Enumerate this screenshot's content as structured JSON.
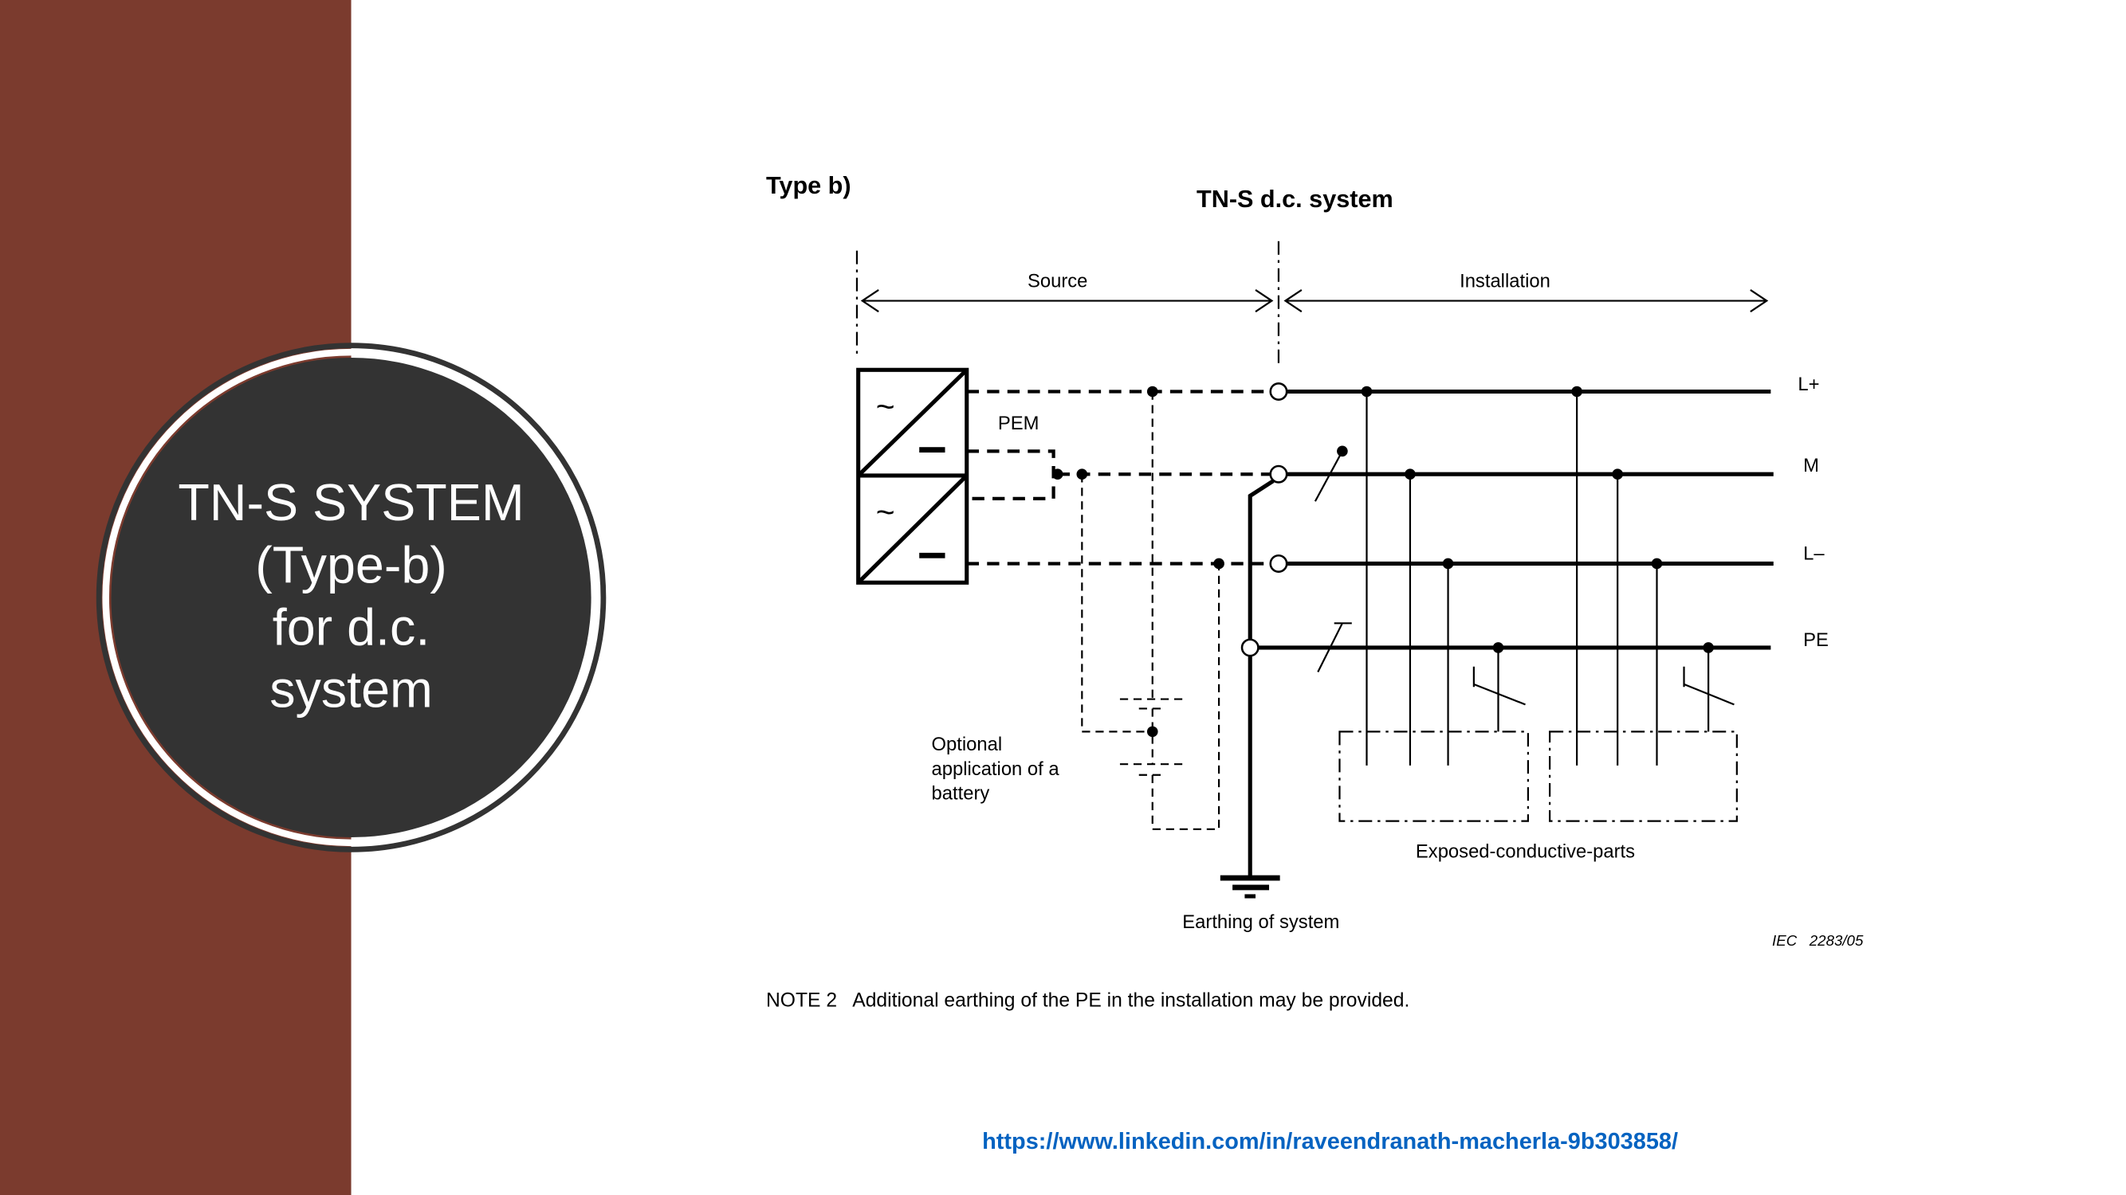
{
  "slide": {
    "title_lines": [
      "TN-S SYSTEM",
      "(Type-b)",
      "for d.c.",
      "system"
    ],
    "colors": {
      "sidebar": "#7B3B2E",
      "circle": "#333333",
      "link": "#0563C1"
    }
  },
  "diagram": {
    "type_label": "Type b)",
    "title": "TN-S d.c. system",
    "source_label": "Source",
    "installation_label": "Installation",
    "pem_label": "PEM",
    "ac_symbol": "~",
    "dc_symbol": "–",
    "conductors": [
      "L+",
      "M",
      "L–",
      "PE"
    ],
    "battery_label_lines": [
      "Optional",
      "application of a",
      "battery"
    ],
    "exposed_label": "Exposed-conductive-parts",
    "earthing_label": "Earthing of system",
    "figure_ref": "IEC   2283/05"
  },
  "note": "NOTE 2   Additional earthing of the PE in the installation may be provided.",
  "link": "https://www.linkedin.com/in/raveendranath-macherla-9b303858/"
}
